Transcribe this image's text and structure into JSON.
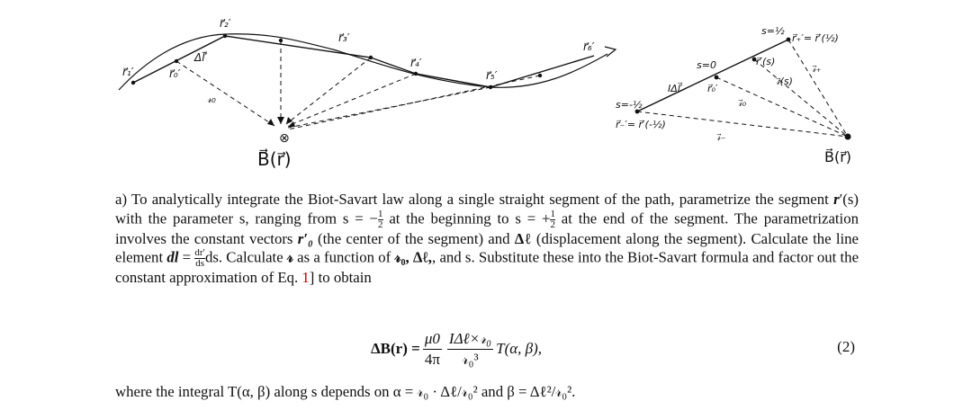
{
  "figure_left": {
    "labels": {
      "r1": "r⃗₁′",
      "r2": "r⃗₂′",
      "r3": "r⃗₃′",
      "r4": "r⃗₄′",
      "r5": "r⃗₅′",
      "r6": "r⃗₆′",
      "r0": "r⃗₀′",
      "dl": "Δl⃗′",
      "sep0": "𝓇₀",
      "cross": "⊗",
      "field": "B⃗(r⃗)"
    }
  },
  "figure_right": {
    "labels": {
      "s_end": "s=½",
      "r_plus": "r⃗₊′= r⃗′(½)",
      "s_zero": "s=0",
      "rs": "r⃗′(s)",
      "sep_s": "𝓇⃗(s)",
      "sep_plus": "𝓇⃗₊",
      "r0": "r⃗₀′",
      "idl": "IΔl⃗′",
      "sep0": "𝓇⃗₀",
      "s_start": "s=-½",
      "r_minus": "r⃗₋′= r⃗′(-½)",
      "sep_minus": "𝓇⃗₋",
      "field": "B⃗(r⃗)"
    }
  },
  "text": {
    "p1_a": "a) To analytically integrate the Biot-Savart law along a single straight segment of the path, parametrize the segment ",
    "p1_r": "r",
    "p1_b": "′(s) with the parameter s, ranging from s = −",
    "p1_c": " at the beginning to s = +",
    "p1_d": " at the end of the segment. The parametrization involves the constant vectors ",
    "p1_e": " (the center of the segment) and ",
    "p1_f": " (displacement along the segment). Calculate the line element ",
    "p1_g": "dl",
    "p1_h": " = ",
    "p1_i": "ds. Calculate ",
    "p1_j": " as a function of ",
    "p1_k": ", and s. Substitute these into the Biot-Savart formula and factor out the constant approximation of Eq. ",
    "p1_cite": "1",
    "p1_l": "] to obtain",
    "half_num": "1",
    "half_den": "2",
    "dr_num": "dr′",
    "dr_den": "ds",
    "r0_vec": "r′₀",
    "dl_vec": "Δℓ",
    "sep": "𝓇",
    "sep0": "𝓇₀",
    "sep0_dl": "𝓇₀, Δℓ,"
  },
  "equation": {
    "lhs": "ΔB(r) =",
    "mu_num": "μ0",
    "mu_den": "4π",
    "frac_num": "IΔℓ×𝓇₀",
    "frac_den": "𝓇₀³",
    "rhs": "T(α, β),",
    "number": "(2)"
  },
  "last": {
    "a": "where the integral T(α, β) along s depends on α = 𝓇₀ · Δℓ/𝓇₀² and β = Δℓ²/𝓇₀²."
  }
}
